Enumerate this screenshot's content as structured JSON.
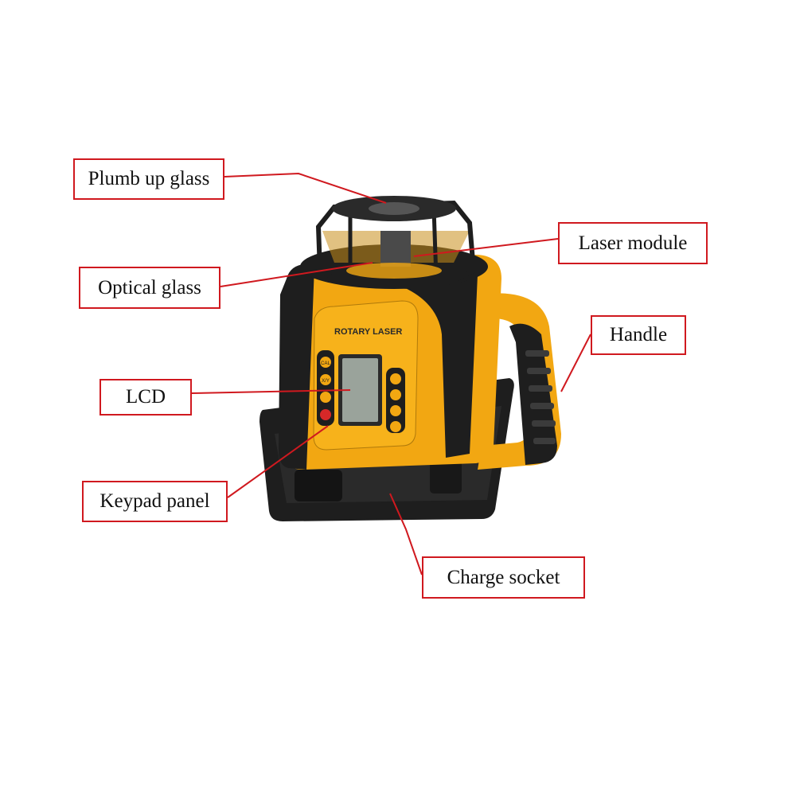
{
  "labels": {
    "plumb_up_glass": "Plumb up glass",
    "laser_module": "Laser module",
    "optical_glass": "Optical glass",
    "handle": "Handle",
    "lcd": "LCD",
    "keypad_panel": "Keypad panel",
    "charge_socket": "Charge socket"
  },
  "device": {
    "front_label": "ROTARY LASER",
    "key_labels": [
      "CAL",
      "X/Y",
      "",
      "",
      "",
      "",
      "",
      ""
    ]
  },
  "colors": {
    "callout_border": "#d0191f",
    "leader_line": "#d0191f",
    "body_yellow": "#f2a712",
    "body_black": "#1e1e1e",
    "lcd_screen": "#9aa39b"
  }
}
